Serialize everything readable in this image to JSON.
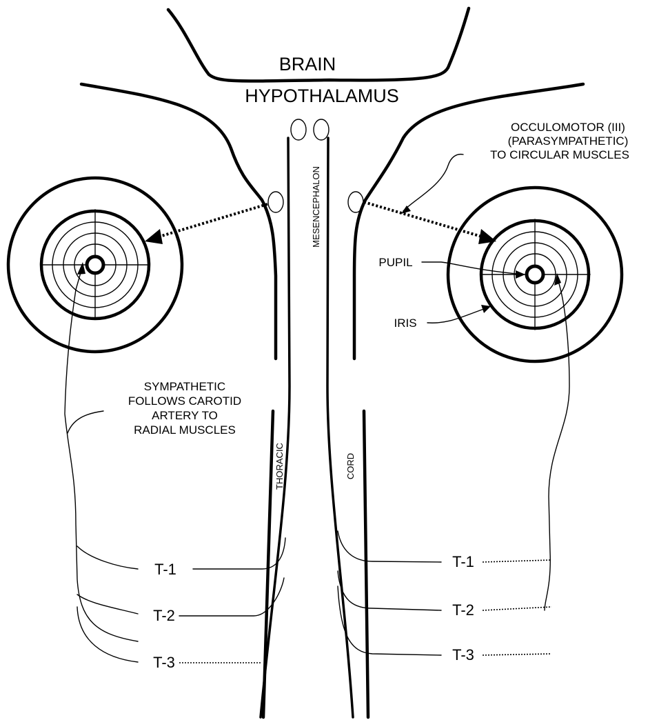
{
  "labels": {
    "brain": "BRAIN",
    "hypothalamus": "HYPOTHALAMUS",
    "mesencephalon": "MESENCEPHALON",
    "thoracic": "THORACIC",
    "cord": "CORD",
    "pupil": "PUPIL",
    "iris": "IRIS",
    "occulomotor": [
      "OCCULOMOTOR (III)",
      "(PARASYMPATHETIC)",
      "TO CIRCULAR MUSCLES"
    ],
    "sympathetic": [
      "SYMPATHETIC",
      "FOLLOWS CAROTID",
      "ARTERY TO",
      "RADIAL MUSCLES"
    ],
    "segments_left": [
      "T-1",
      "T-2",
      "T-3"
    ],
    "segments_right": [
      "T-1",
      "T-2",
      "T-3"
    ]
  }
}
